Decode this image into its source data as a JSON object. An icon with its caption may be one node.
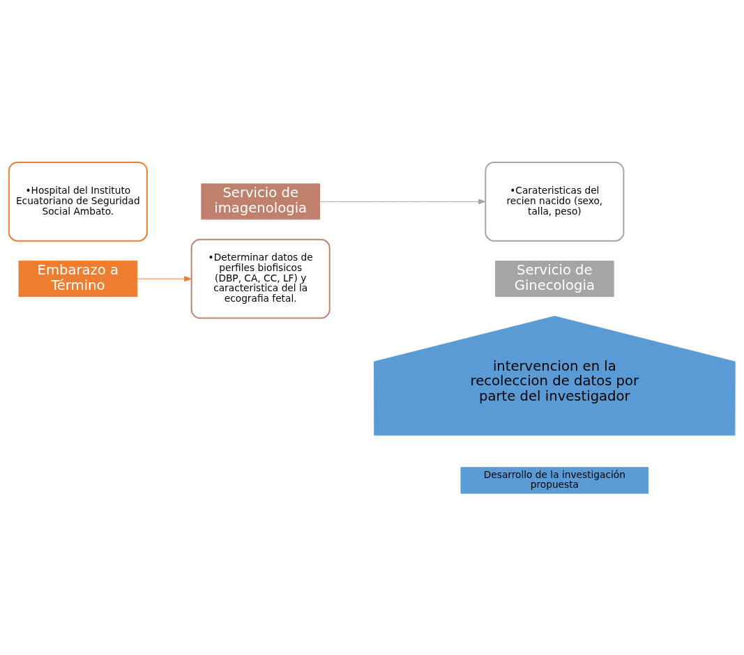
{
  "diagram": {
    "nodes": [
      {
        "text": [
          "•Hospital del Instituto Ecuatoriano de Seguridad Social Ambato."
        ]
      },
      {
        "text": [
          "Embarazo a Término"
        ]
      },
      {
        "text": [
          "•Determinar datos de perfiles biofisicos (DBP, CA, CC, LF) y caracteristica del la ecografia fetal."
        ]
      },
      {
        "text": [
          "Servicio de imagenologia"
        ]
      },
      {
        "text": [
          "•Carateristicas del recien nacido (sexo, talla, peso)"
        ]
      },
      {
        "text": [
          "Servicio de Ginecologia"
        ]
      },
      {
        "text": [
          "intervencion en la recoleccion de datos por parte del investigador"
        ]
      },
      {
        "text": [
          "Desarrollo de la investigación propuesta"
        ]
      }
    ],
    "edges": [
      {
        "from": 1,
        "to": 2,
        "arrow": "to",
        "color": "#ed7d31"
      },
      {
        "from": 3,
        "to": 4,
        "arrow": "to",
        "color": "#a5a5a5"
      }
    ]
  }
}
